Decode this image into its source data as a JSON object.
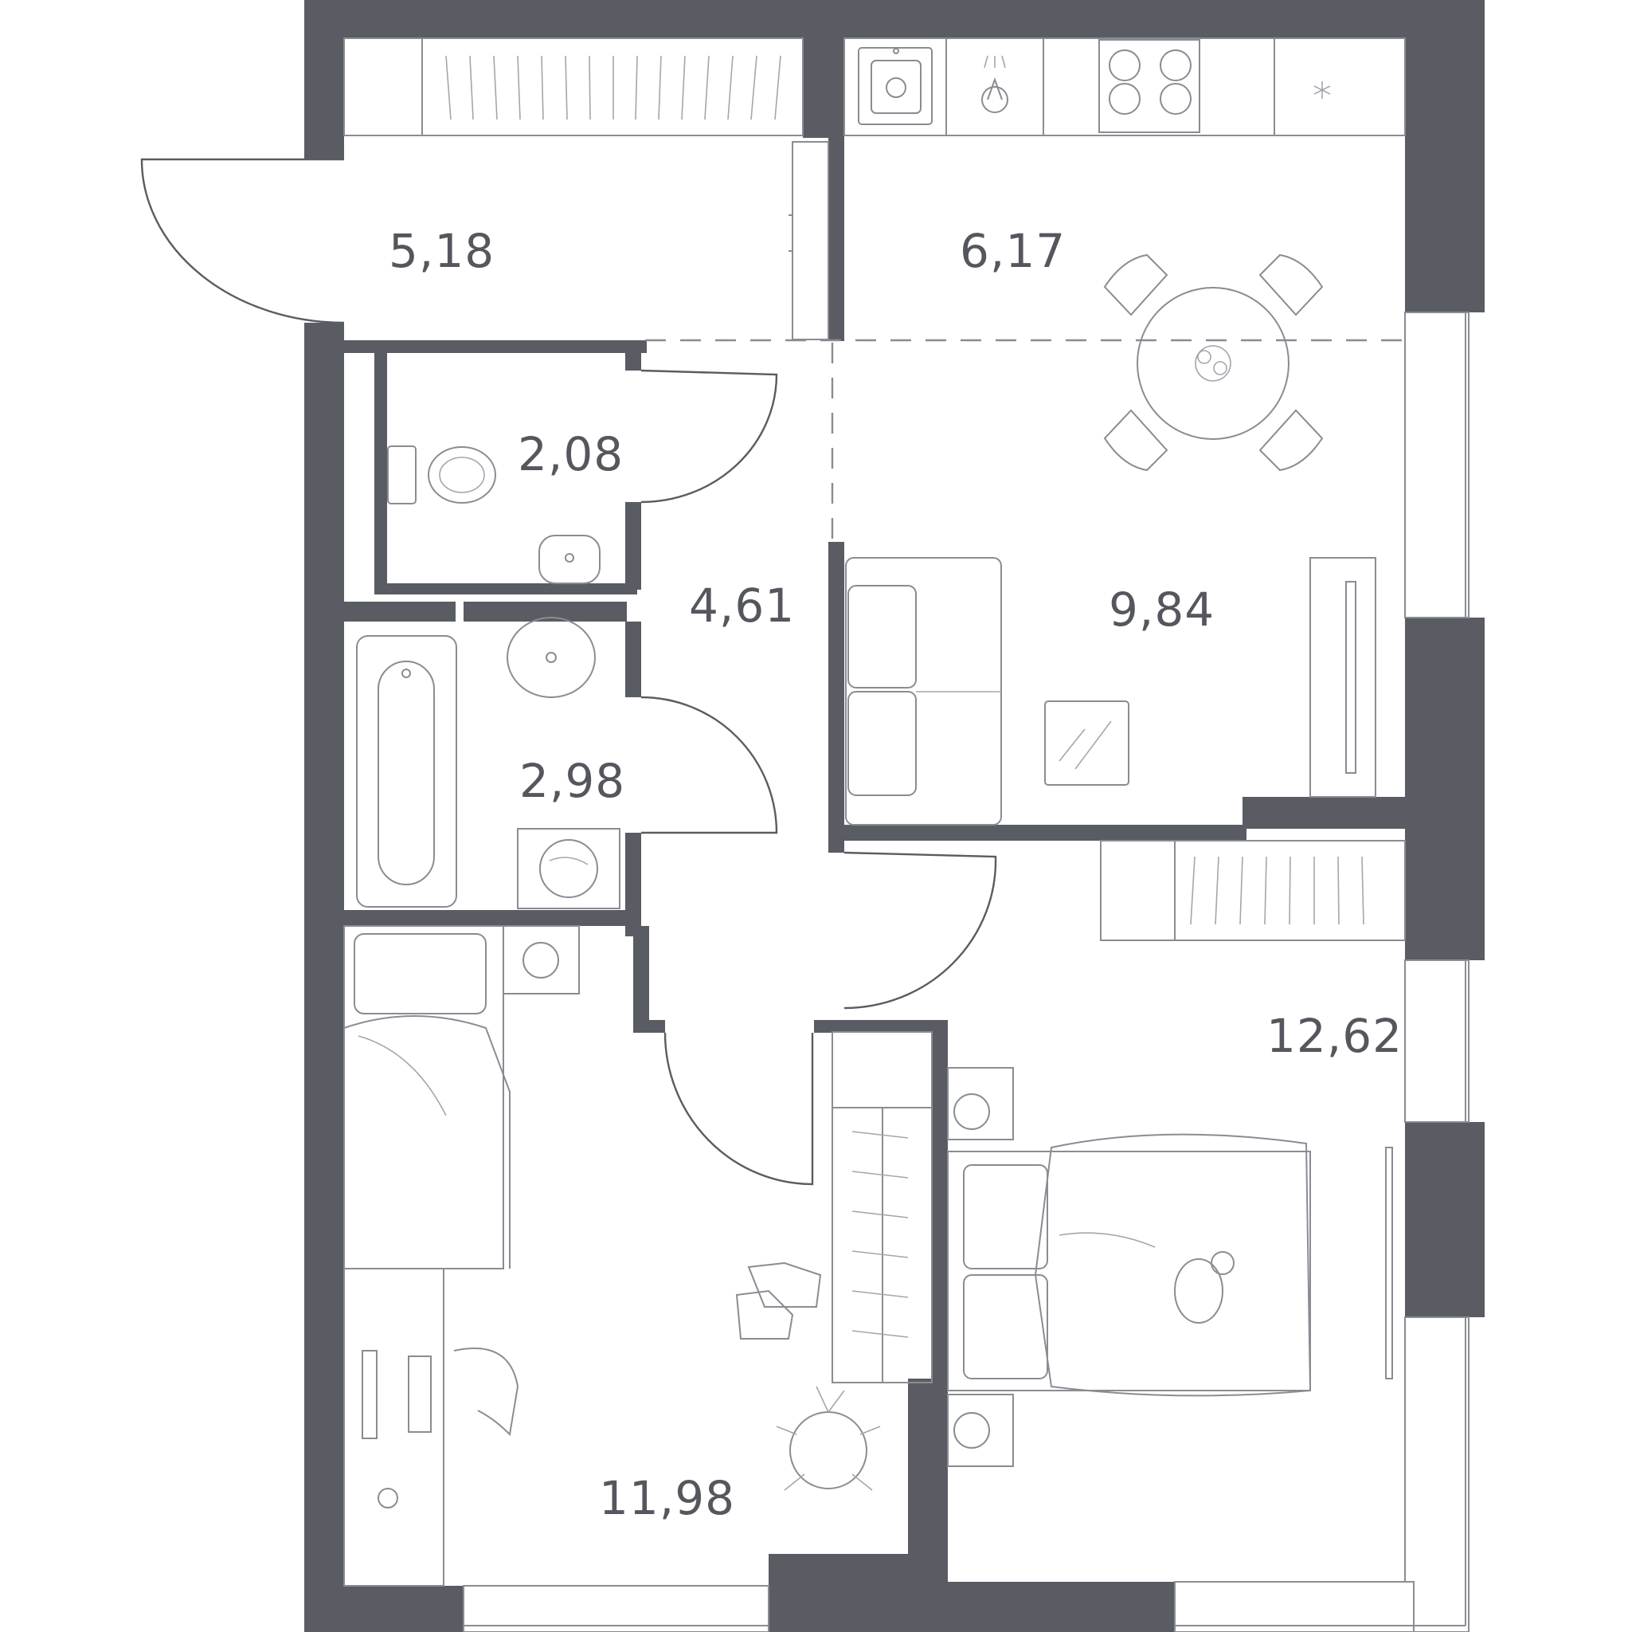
{
  "rooms": [
    {
      "id": "hall",
      "area": "5,18"
    },
    {
      "id": "kitchen",
      "area": "6,17"
    },
    {
      "id": "wc",
      "area": "2,08"
    },
    {
      "id": "corridor",
      "area": "4,61"
    },
    {
      "id": "living",
      "area": "9,84"
    },
    {
      "id": "bathroom",
      "area": "2,98"
    },
    {
      "id": "bedroom-left",
      "area": "11,98"
    },
    {
      "id": "bedroom-right",
      "area": "12,62"
    }
  ],
  "colors": {
    "wall": "#5a5c63",
    "line": "#8a8c93",
    "text": "#55575e",
    "background": "#ffffff"
  }
}
